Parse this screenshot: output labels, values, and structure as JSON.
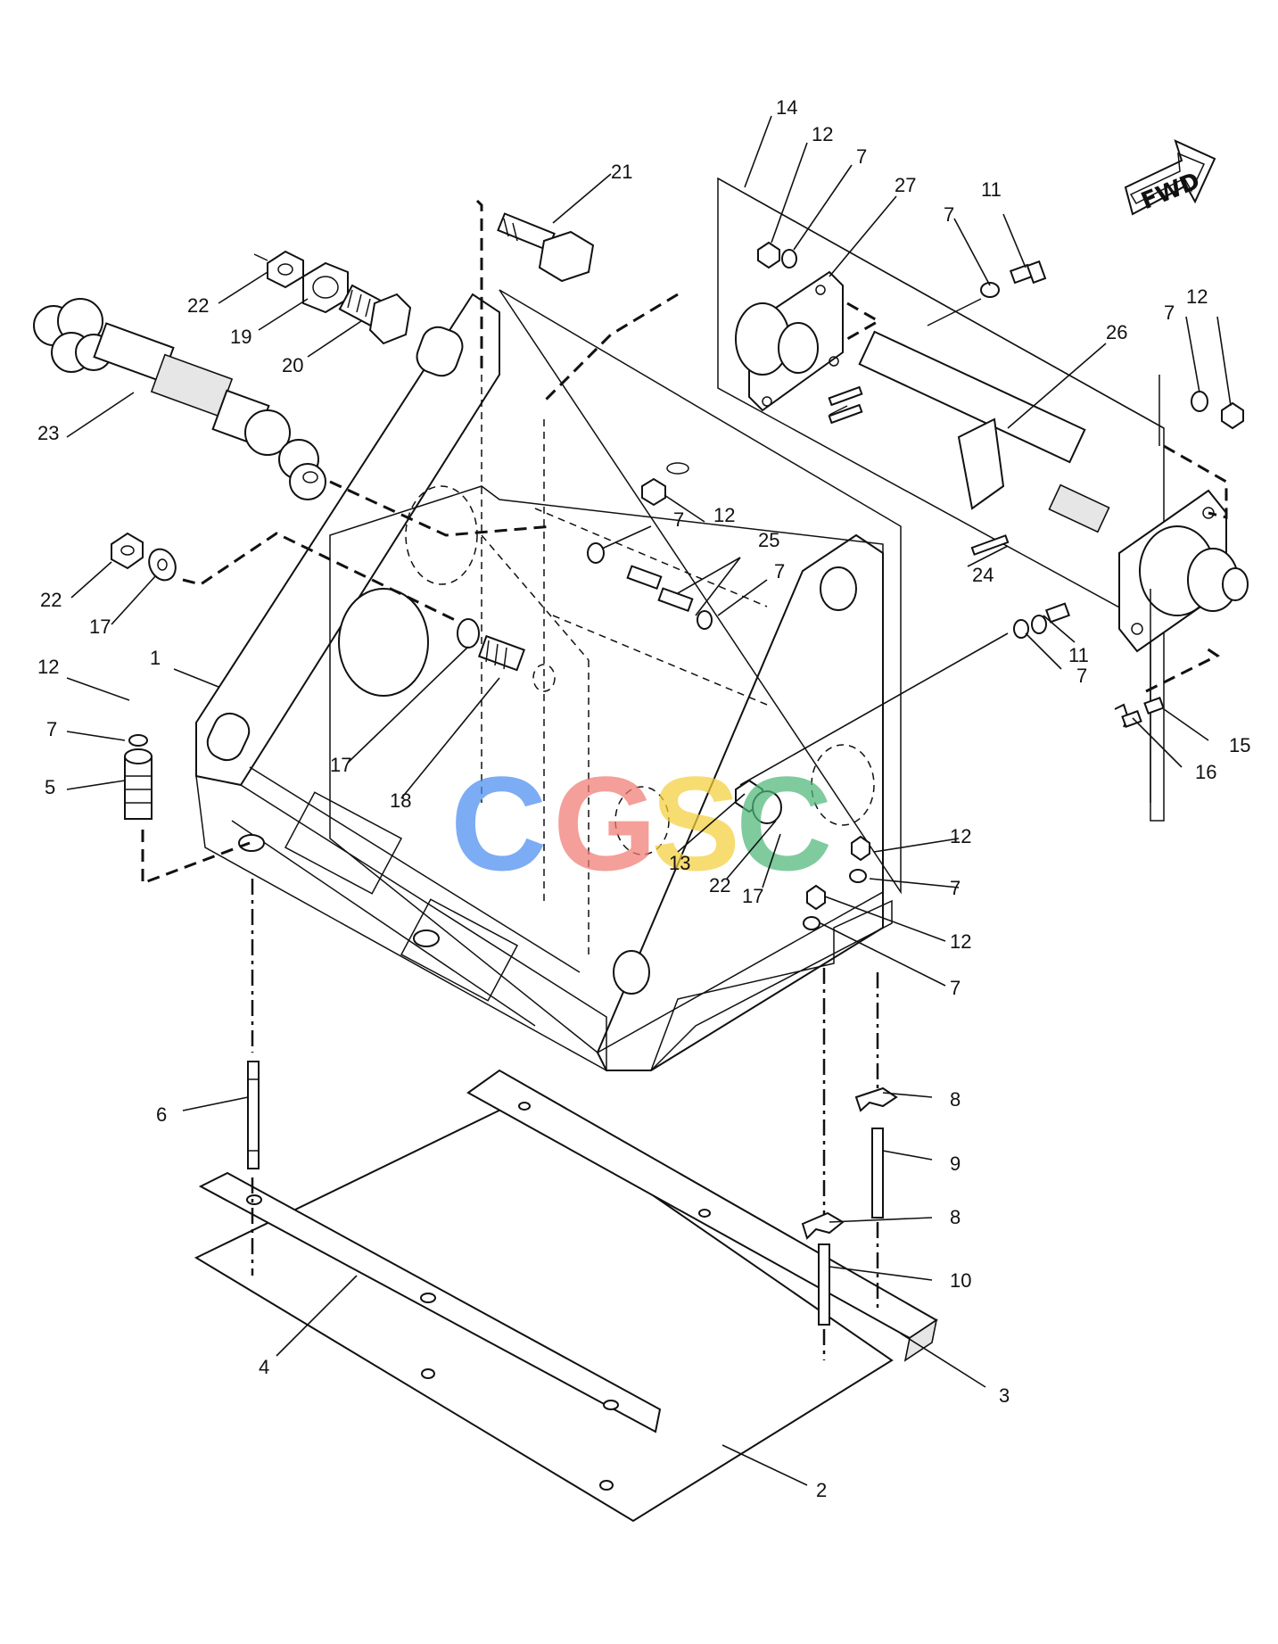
{
  "direction_label": "FWD",
  "watermark": {
    "letters": [
      "C",
      "G",
      "S",
      "C"
    ],
    "colors": [
      "#4a8df0",
      "#f07b72",
      "#f5cf3c",
      "#4fb87a"
    ]
  },
  "callouts": [
    "1",
    "2",
    "3",
    "4",
    "5",
    "6",
    "7",
    "8",
    "9",
    "10",
    "11",
    "12",
    "13",
    "14",
    "15",
    "16",
    "17",
    "18",
    "19",
    "20",
    "21",
    "22",
    "23",
    "24",
    "25",
    "26",
    "27"
  ]
}
